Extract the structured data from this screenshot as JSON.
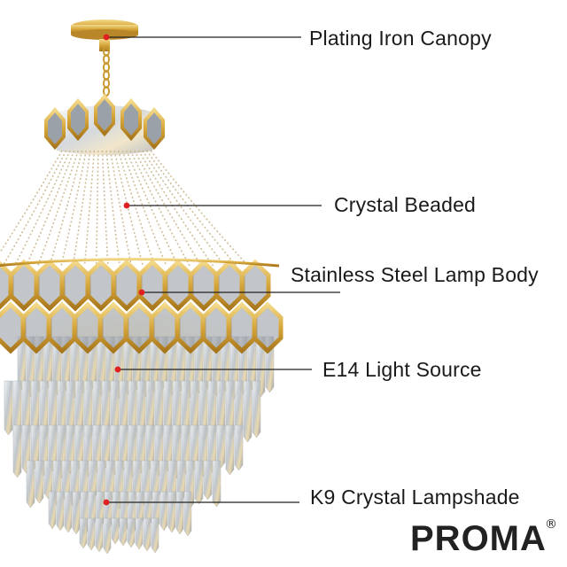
{
  "callouts": [
    {
      "label": "Plating Iron Canopy"
    },
    {
      "label": "Crystal Beaded"
    },
    {
      "label": "Stainless Steel Lamp Body"
    },
    {
      "label": "E14 Light Source"
    },
    {
      "label": "K9 Crystal Lampshade"
    }
  ],
  "brand": {
    "name": "PROMA",
    "mark": "®"
  },
  "colors": {
    "gold": "#d6a63a",
    "crystal": "#c9ced3",
    "marker": "#e02020",
    "leader": "#222222"
  },
  "icons": [
    "chandelier-image"
  ]
}
